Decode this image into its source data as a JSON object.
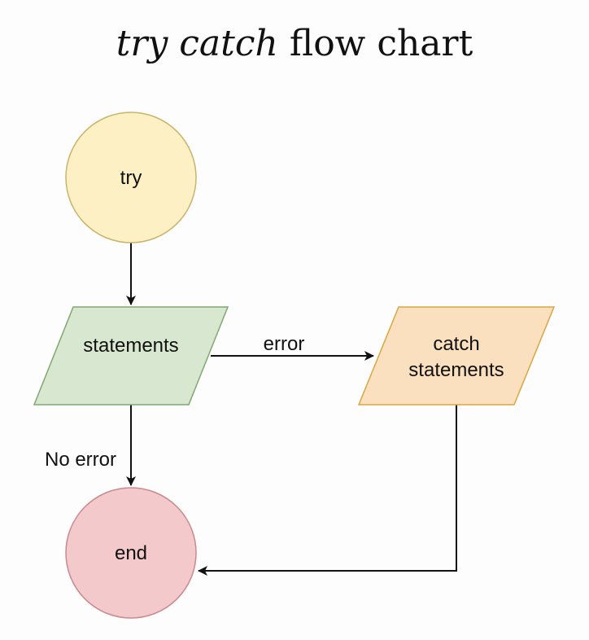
{
  "title": {
    "italic_part": "try catch",
    "plain_part": "flow chart"
  },
  "nodes": {
    "try": {
      "label": "try",
      "fill": "#fdf0c4",
      "stroke": "#c9b46a"
    },
    "statements": {
      "label": "statements",
      "fill": "#d8e8d0",
      "stroke": "#7fa870"
    },
    "catch": {
      "label_line1": "catch",
      "label_line2": "statements",
      "fill": "#fbe0bf",
      "stroke": "#d9a642"
    },
    "end": {
      "label": "end",
      "fill": "#f3c9cc",
      "stroke": "#c98a8f"
    }
  },
  "edges": {
    "error": "error",
    "no_error": "No error"
  },
  "colors": {
    "line": "#111111"
  }
}
